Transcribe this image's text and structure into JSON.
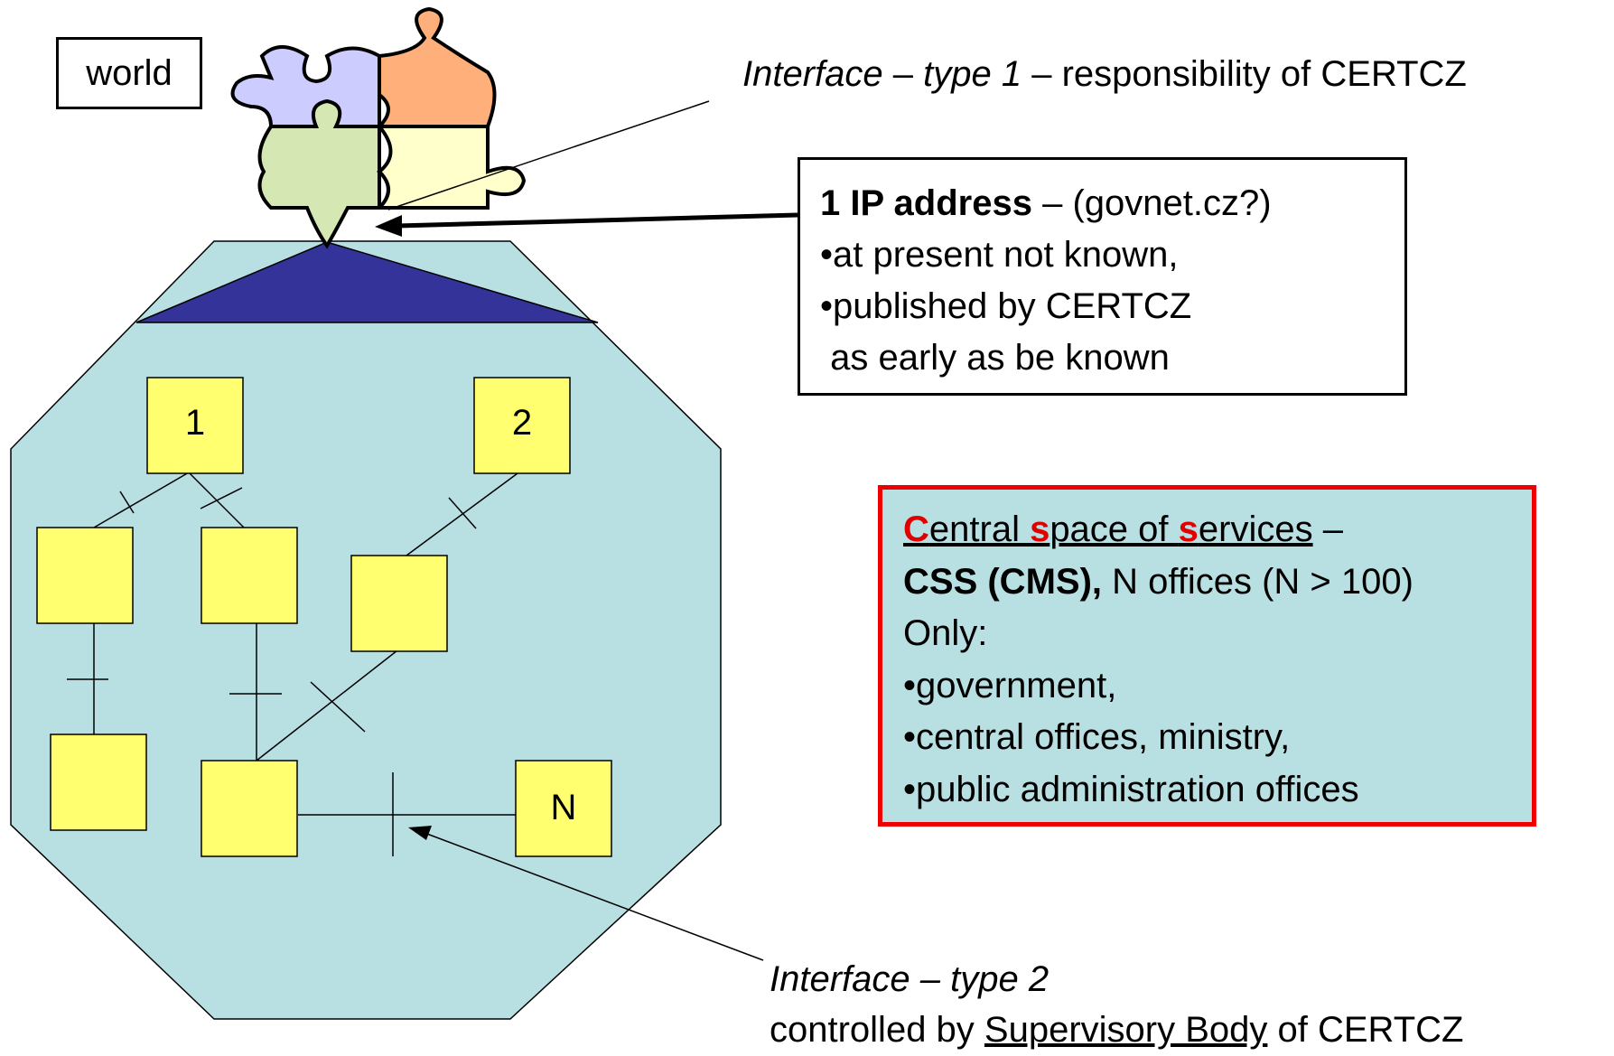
{
  "world_label": "world",
  "interface1": {
    "italic_a": "Interface",
    "dash1": " – ",
    "italic_b": "type 1",
    "rest": " – responsibility of CERTCZ"
  },
  "ip_box": {
    "bold": "1 IP address",
    "rest": " – (govnet.cz?)",
    "line2": "•at present not known,",
    "line3": "•published by CERTCZ",
    "line4": " as early as be known"
  },
  "css_box": {
    "c_red": "C",
    "c_rest": "entral ",
    "s1_red": "s",
    "s1_rest": "pace of ",
    "s2_red": "s",
    "s2_rest": "ervices",
    "dash": " –",
    "line2_bold": "CSS (CMS),",
    "line2_rest": " N offices (N > 100)",
    "line3": "Only:",
    "line4": "•government,",
    "line5": "•central offices, ministry,",
    "line6": "•public administration offices"
  },
  "interface2": {
    "italic": "Interface – type 2",
    "line2_a": "controlled by ",
    "line2_u": "Supervisory Body",
    "line2_b": " of CERTCZ"
  },
  "nodes": {
    "n1": "1",
    "n2": "2",
    "nN": "N"
  },
  "colors": {
    "octagon_fill": "#b8dfe2",
    "triangle_fill": "#333399",
    "node_fill": "#ffff70",
    "puzzle_blue": "#ccccff",
    "puzzle_orange": "#ffb07a",
    "puzzle_green": "#d5e8b4",
    "puzzle_yellow": "#ffffcc",
    "css_border": "#ee0000"
  }
}
